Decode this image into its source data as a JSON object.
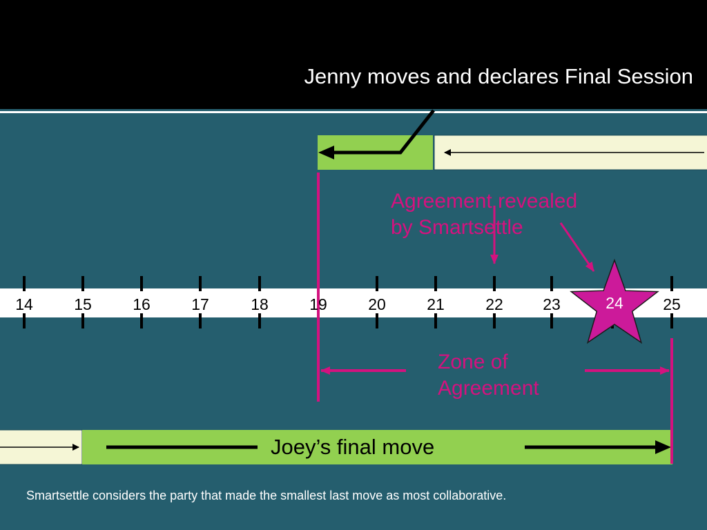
{
  "slide": {
    "title": "Jenny moves and declares Final Session",
    "annotation_agreement": [
      "Agreement revealed",
      "by Smartsettle"
    ],
    "zone_label": [
      "Zone of",
      "Agreement"
    ],
    "joey_label": "Joey’s final move",
    "footer": "Smartsettle considers the party that made the smallest last move as most collaborative."
  },
  "number_line": {
    "labels": [
      "14",
      "15",
      "16",
      "17",
      "18",
      "19",
      "20",
      "21",
      "22",
      "23",
      "24",
      "25"
    ]
  },
  "colors": {
    "background": "#255e6e",
    "header": "#000000",
    "green": "#92d050",
    "cream": "#f5f6d6",
    "magenta": "#d4127f",
    "star": "#cc1a9a"
  }
}
